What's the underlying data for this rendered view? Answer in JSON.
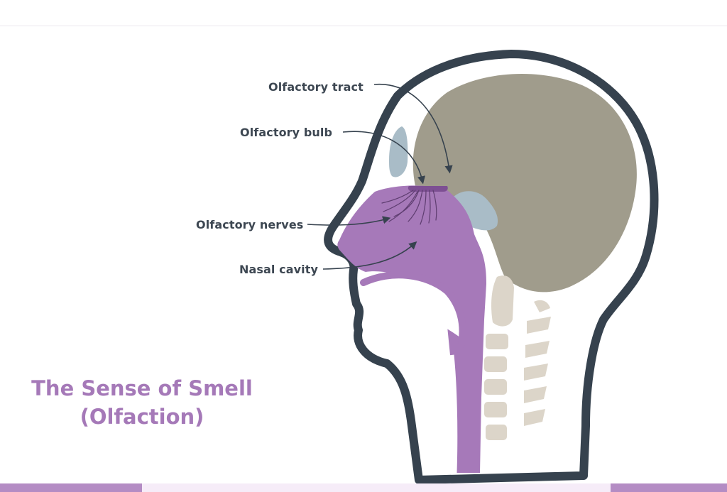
{
  "labels": {
    "olfactory_tract": "Olfactory tract",
    "olfactory_bulb": "Olfactory bulb",
    "olfactory_nerves": "Olfactory nerves",
    "nasal_cavity": "Nasal cavity"
  },
  "title": {
    "line1": "The Sense of Smell",
    "line2": "(Olfaction)"
  },
  "colors": {
    "outline": "#36424e",
    "brain": "#a09c8c",
    "nasal": "#a679b9",
    "sinus": "#a9bcc7",
    "bone": "#dcd5c9",
    "title": "#a579b8",
    "label": "#3d4752",
    "footer_dark": "#b48cc4",
    "footer_light": "#f6ecf8"
  }
}
